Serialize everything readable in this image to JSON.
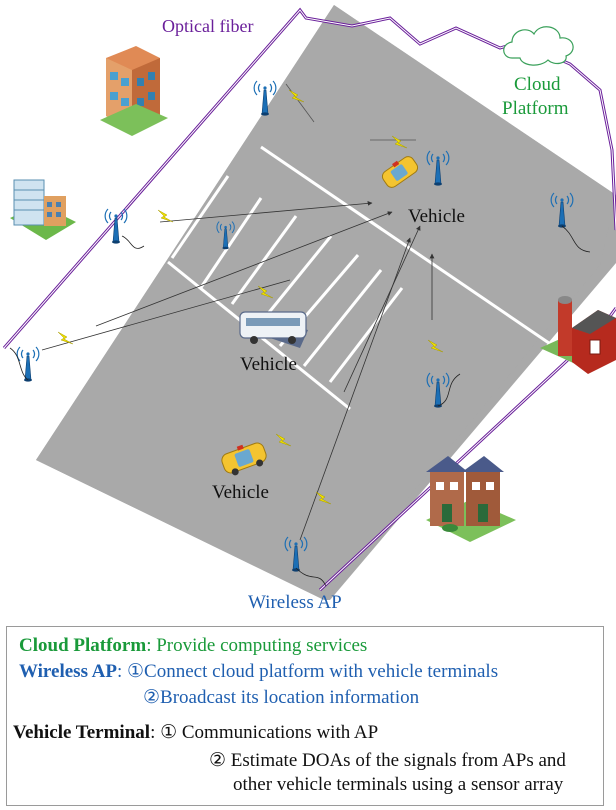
{
  "labels": {
    "optical_fiber": "Optical fiber",
    "cloud_line1": "Cloud",
    "cloud_line2": "Platform",
    "vehicle_top": "Vehicle",
    "vehicle_bus": "Vehicle",
    "vehicle_bottom": "Vehicle",
    "wireless_ap": "Wireless AP"
  },
  "legend": {
    "cloud_title": "Cloud Platform",
    "cloud_desc": ": Provide computing services",
    "ap_title": "Wireless AP",
    "ap_item1": ": ①Connect cloud platform with vehicle terminals",
    "ap_item2": "②Broadcast its location information",
    "vt_title": "Vehicle Terminal",
    "vt_item1": ": ① Communications with AP",
    "vt_item2a": "② Estimate DOAs of the signals from APs  and",
    "vt_item2b": "other vehicle terminals using a sensor array"
  },
  "colors": {
    "fiber": "#6a1f9a",
    "road": "#a9a9a9",
    "cloud_text": "#1a9a3a",
    "ap_text": "#1f5fb0",
    "lightning": "#e8d800"
  },
  "icons": [
    "building-icon",
    "office-tower-icon",
    "barn-icon",
    "houses-icon",
    "cloud-icon",
    "antenna-icon",
    "taxi-icon",
    "bus-icon",
    "lightning-icon"
  ]
}
